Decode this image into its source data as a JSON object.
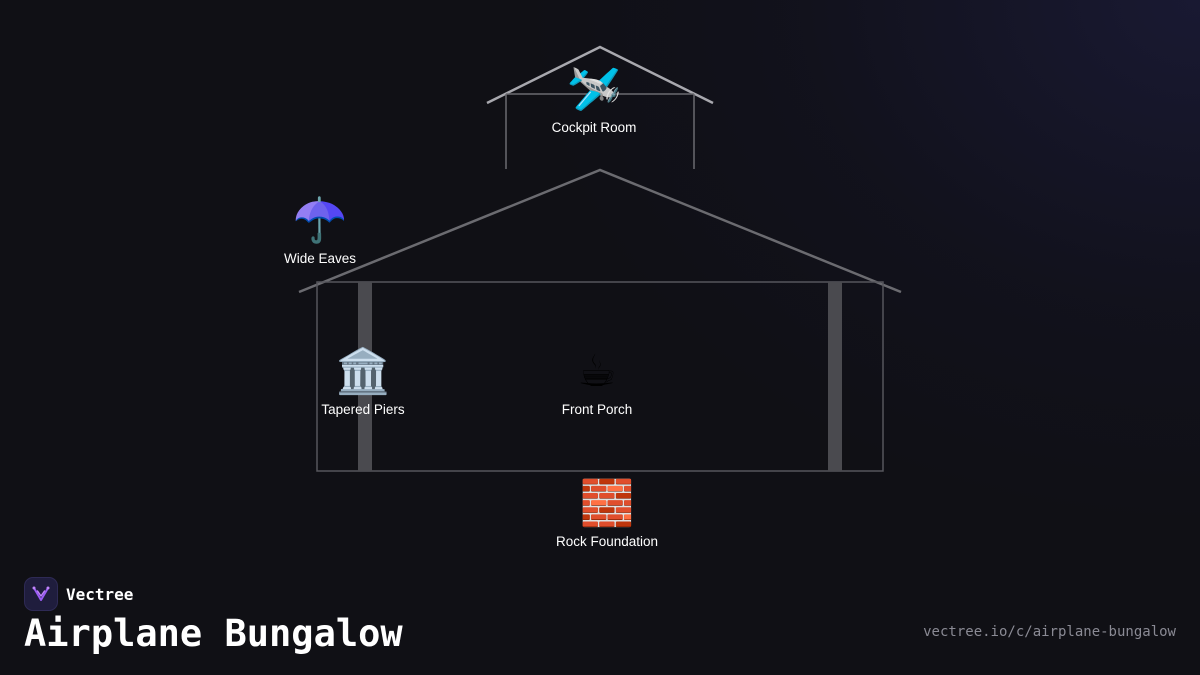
{
  "diagram": {
    "nodes": [
      {
        "id": "cockpit-room",
        "emoji": "🛩️",
        "label": "Cockpit Room"
      },
      {
        "id": "wide-eaves",
        "emoji": "☂️",
        "label": "Wide Eaves"
      },
      {
        "id": "tapered-piers",
        "emoji": "🏛️",
        "label": "Tapered Piers"
      },
      {
        "id": "front-porch",
        "emoji": "☕",
        "label": "Front Porch"
      },
      {
        "id": "rock-foundation",
        "emoji": "🧱",
        "label": "Rock Foundation"
      }
    ]
  },
  "brand": {
    "name": "Vectree",
    "logo_color": "#9b5cf6"
  },
  "title": "Airplane Bungalow",
  "url": "vectree.io/c/airplane-bungalow",
  "colors": {
    "background": "#101015",
    "outline": "#6b6b70",
    "pier": "#4a4a4f"
  }
}
